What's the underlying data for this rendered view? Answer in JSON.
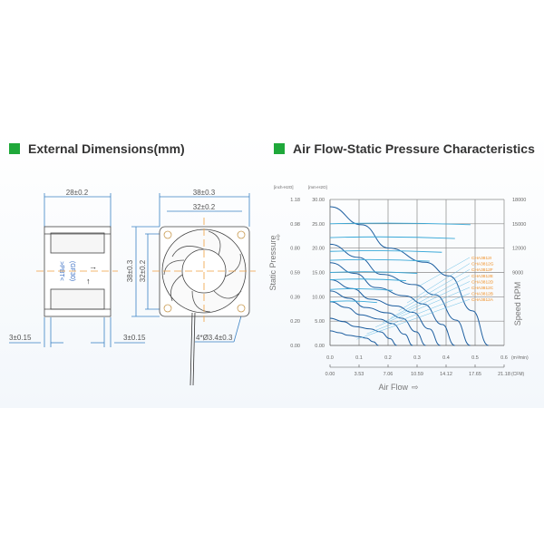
{
  "sections": {
    "dimensions_title": "External Dimensions(mm)",
    "chart_title": "Air Flow-Static Pressure Characteristics"
  },
  "colors": {
    "accent": "#1fa83a",
    "dim_line": "#3b82c4",
    "center_line": "#f0a040",
    "curve_pressure": "#1e5fa0",
    "curve_speed": "#38a8d8",
    "model_label": "#f08c1e"
  },
  "dimensions": {
    "side_width": "28±0.2",
    "front_width": "38±0.3",
    "hole_spacing_h": "32±0.2",
    "front_height": "38±0.3",
    "hole_spacing_v": "32±0.2",
    "flange_left": "3±0.15",
    "flange_right": "3±0.15",
    "holes": "4*Ø3.4±0.3",
    "material_1": ">PBT<",
    "material_2": "(GF30)"
  },
  "chart_data": {
    "type": "line",
    "xlabel": "Air Flow",
    "ylabel": "Static Pressure",
    "y2label": "Speed RPM",
    "x_unit": "(m³/min)",
    "x2_unit": "(CFM)",
    "y_unit_inch": "[inch-H2O]",
    "y_unit_mm": "[mm-H2O]",
    "xlim": [
      0,
      0.6
    ],
    "ylim": [
      0,
      30
    ],
    "y2lim": [
      0,
      18000
    ],
    "x_ticks": [
      "0.0",
      "0.1",
      "0.2",
      "0.3",
      "0.4",
      "0.5",
      "0.6"
    ],
    "x2_ticks": [
      "0.00",
      "3.53",
      "7.06",
      "10.59",
      "14.12",
      "17.65",
      "21.18"
    ],
    "y_ticks_mm": [
      "0.00",
      "5.00",
      "10.00",
      "15.00",
      "20.00",
      "25.00",
      "30.00"
    ],
    "y_ticks_inch": [
      "0.00",
      "0.20",
      "0.39",
      "0.59",
      "0.80",
      "0.98",
      "1.18"
    ],
    "y2_ticks": [
      "",
      "",
      "",
      "9000",
      "12000",
      "15000",
      "18000"
    ],
    "grid": true,
    "series": [
      {
        "name": "CHA3812I",
        "x": [
          0,
          0.109,
          0.202,
          0.328,
          0.41,
          0.491,
          0.546
        ],
        "y": [
          28.5,
          24.8,
          20,
          17.1,
          14.3,
          7.1,
          0
        ],
        "rpm": 15000
      },
      {
        "name": "CHA3812G",
        "x": [
          0,
          0.097,
          0.179,
          0.29,
          0.362,
          0.435,
          0.483
        ],
        "y": [
          20.8,
          18.1,
          14.6,
          12.5,
          10.4,
          5.2,
          0
        ],
        "rpm": 13300
      },
      {
        "name": "CHA3812F",
        "x": [
          0,
          0.086,
          0.159,
          0.258,
          0.323,
          0.387,
          0.43
        ],
        "y": [
          17,
          14.8,
          11.9,
          10.2,
          8.5,
          4.3,
          0
        ],
        "rpm": 11600
      },
      {
        "name": "CHA3812E",
        "x": [
          0,
          0.076,
          0.141,
          0.228,
          0.285,
          0.342,
          0.38
        ],
        "y": [
          13.5,
          11.7,
          9.5,
          8.1,
          6.8,
          3.4,
          0
        ],
        "rpm": 10500
      },
      {
        "name": "CHA3812D",
        "x": [
          0,
          0.066,
          0.122,
          0.198,
          0.248,
          0.297,
          0.33
        ],
        "y": [
          11.2,
          9.7,
          7.8,
          6.7,
          5.6,
          2.8,
          0
        ],
        "rpm": 9000
      },
      {
        "name": "CHA3812C",
        "x": [
          0,
          0.057,
          0.105,
          0.171,
          0.214,
          0.257,
          0.285
        ],
        "y": [
          9,
          7.8,
          6.3,
          5.4,
          4.5,
          2.3,
          0
        ],
        "rpm": 8100
      },
      {
        "name": "CHA3812B",
        "x": [
          0,
          0.046,
          0.085,
          0.138,
          0.173,
          0.207,
          0.23
        ],
        "y": [
          5.6,
          4.9,
          3.9,
          3.4,
          2.8,
          1.4,
          0
        ],
        "rpm": 6900
      },
      {
        "name": "CHA3812A",
        "x": [
          0,
          0.033,
          0.062,
          0.1,
          0.125,
          0.15,
          0.167
        ],
        "y": [
          3,
          2.6,
          2.1,
          1.8,
          1.5,
          0.75,
          0
        ],
        "rpm": 5400
      }
    ]
  }
}
